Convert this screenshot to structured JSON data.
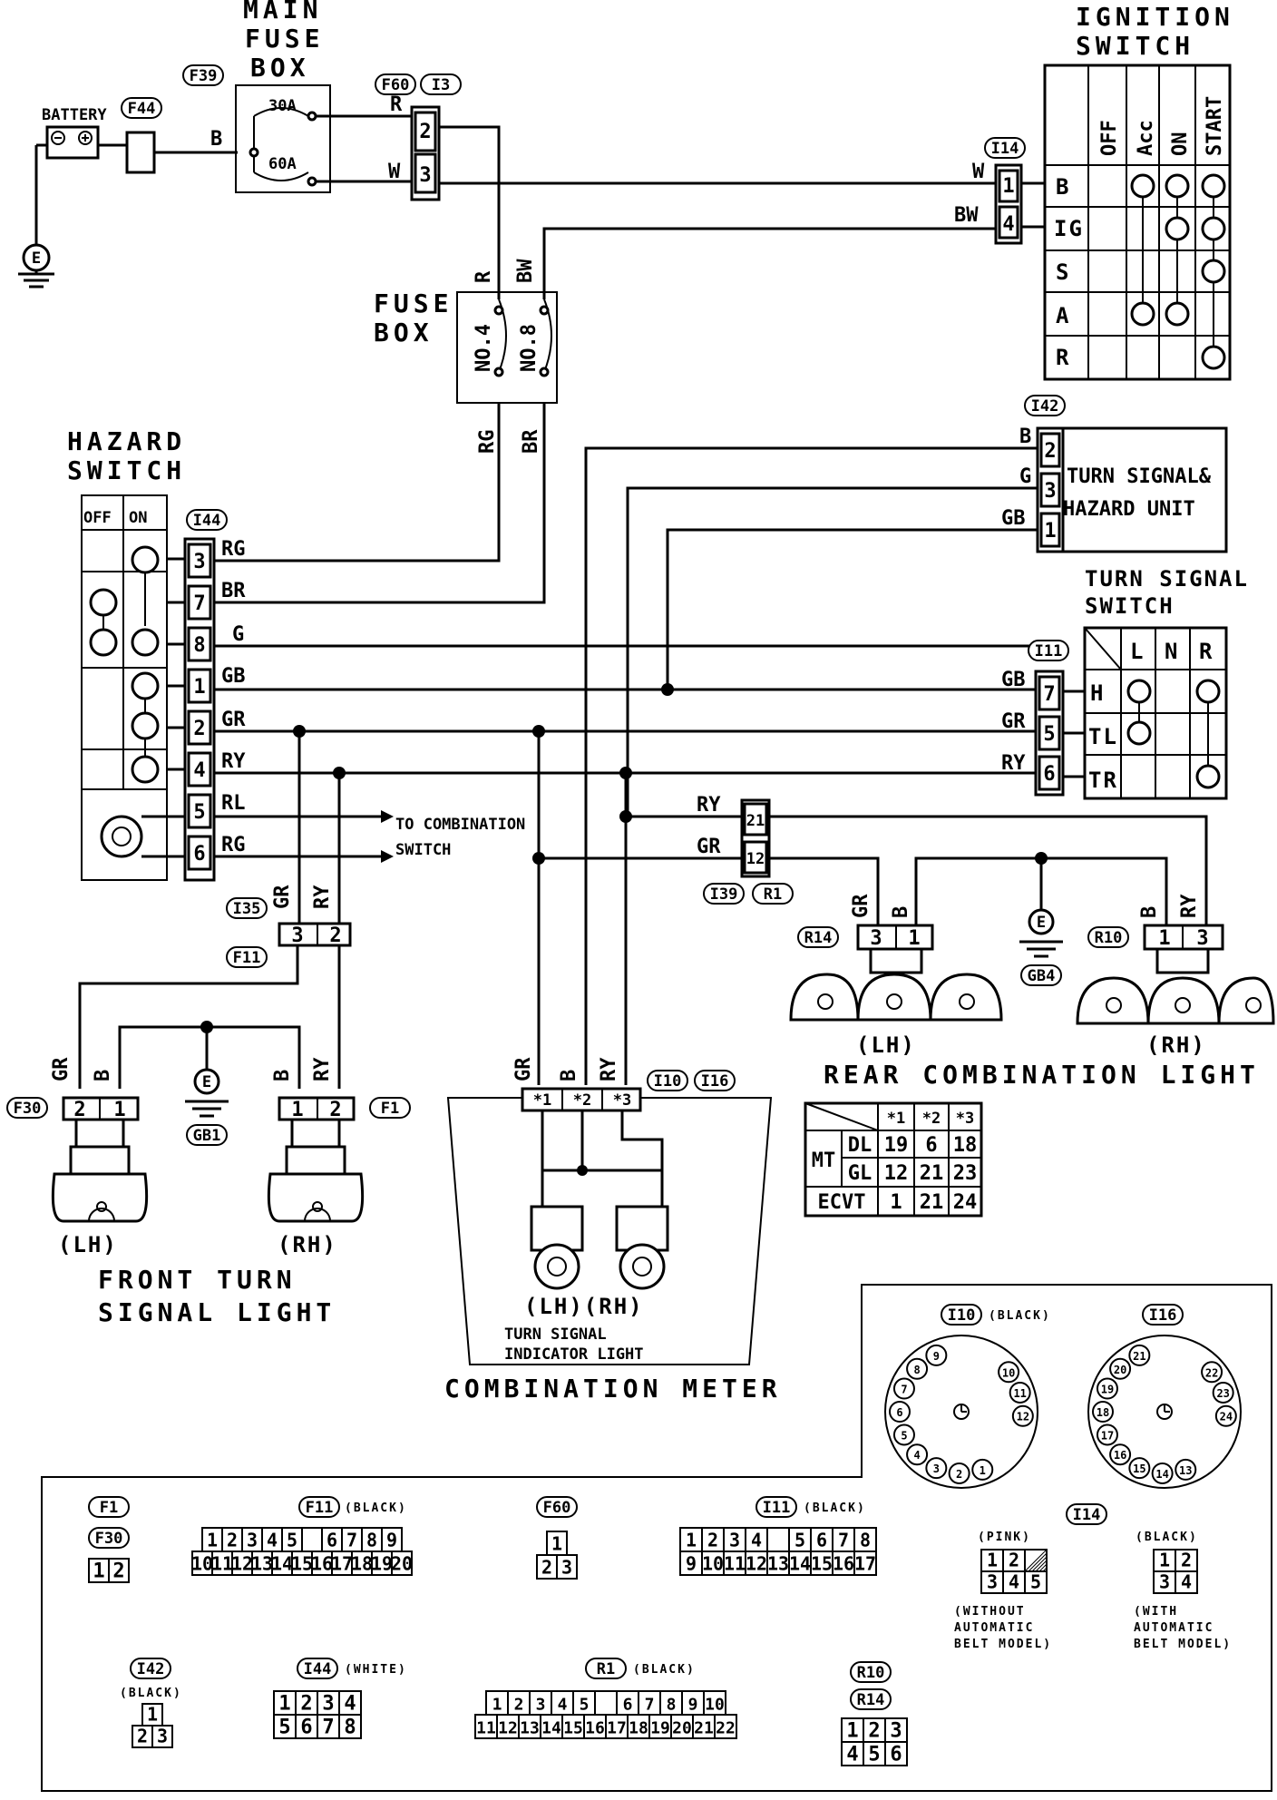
{
  "labels": {
    "main_fuse_box": [
      "MAIN",
      "FUSE",
      "BOX"
    ],
    "fuse_30a": "30A",
    "fuse_60a": "60A",
    "battery": "BATTERY",
    "ignition_switch": [
      "IGNITION",
      "SWITCH"
    ],
    "ignition_columns": [
      "OFF",
      "Acc",
      "ON",
      "START"
    ],
    "ignition_rows": [
      "B",
      "IG",
      "S",
      "A",
      "R"
    ],
    "fuse_box": [
      "FUSE",
      "BOX"
    ],
    "fuse_no4": "NO.4",
    "fuse_no8": "NO.8",
    "hazard_switch": [
      "HAZARD",
      "SWITCH"
    ],
    "hazard_columns": [
      "OFF",
      "ON"
    ],
    "turn_signal_hazard_unit": [
      "TURN SIGNAL&",
      "HAZARD UNIT"
    ],
    "turn_signal_switch": [
      "TURN SIGNAL",
      "SWITCH"
    ],
    "turn_switch_columns": [
      "L",
      "N",
      "R"
    ],
    "turn_switch_rows": [
      "H",
      "TL",
      "TR"
    ],
    "to_combination_switch": [
      "TO COMBINATION",
      "SWITCH"
    ],
    "front_turn_signal_light": [
      "FRONT TURN",
      "SIGNAL LIGHT"
    ],
    "lh": "(LH)",
    "rh": "(RH)",
    "lhrh": "(LH)(RH)",
    "rear_combination_light": "REAR COMBINATION LIGHT",
    "turn_signal_indicator_light": [
      "TURN SIGNAL",
      "INDICATOR LIGHT"
    ],
    "combination_meter": "COMBINATION METER",
    "ground": "E"
  },
  "connector_ids": {
    "F39": "F39",
    "F44": "F44",
    "F60": "F60",
    "I3": "I3",
    "I14": "I14",
    "I42": "I42",
    "I44": "I44",
    "I11": "I11",
    "I35": "I35",
    "F11": "F11",
    "F30": "F30",
    "F1": "F1",
    "I10": "I10",
    "I16": "I16",
    "I39": "I39",
    "R1": "R1",
    "R14": "R14",
    "R10": "R10",
    "GB1": "GB1",
    "GB4": "GB4"
  },
  "wire_colors": {
    "B": "B",
    "R": "R",
    "W": "W",
    "BW": "BW",
    "RG": "RG",
    "BR": "BR",
    "G": "G",
    "GB": "GB",
    "GR": "GR",
    "RY": "RY",
    "RL": "RL"
  },
  "pins": {
    "f60_i3": [
      "2",
      "3"
    ],
    "i14": [
      "1",
      "4"
    ],
    "i42": [
      "2",
      "3",
      "1"
    ],
    "i44": [
      "3",
      "7",
      "8",
      "1",
      "2",
      "4",
      "5",
      "6"
    ],
    "i11": [
      "7",
      "5",
      "6"
    ],
    "i39_r1": [
      "21",
      "12"
    ],
    "i35_f11": [
      "3",
      "2"
    ],
    "f30": [
      "2",
      "1"
    ],
    "f1": [
      "1",
      "2"
    ],
    "r14": [
      "3",
      "1"
    ],
    "r10": [
      "1",
      "3"
    ],
    "meter": [
      "*1",
      "*2",
      "*3"
    ]
  },
  "pin_table": {
    "headers": [
      "*1",
      "*2",
      "*3"
    ],
    "rows": [
      {
        "group": "MT",
        "label": "DL",
        "values": [
          "19",
          "6",
          "18"
        ]
      },
      {
        "group": "MT",
        "label": "GL",
        "values": [
          "12",
          "21",
          "23"
        ]
      },
      {
        "group": "",
        "label": "ECVT",
        "values": [
          "1",
          "21",
          "24"
        ]
      }
    ]
  },
  "connector_views": {
    "i10_black": "(BLACK)",
    "i16": "",
    "i10_pins": [
      "1",
      "2",
      "3",
      "4",
      "5",
      "6",
      "7",
      "8",
      "9",
      "10",
      "11",
      "12"
    ],
    "i16_pins": [
      "13",
      "14",
      "15",
      "16",
      "17",
      "18",
      "19",
      "20",
      "21",
      "22",
      "23",
      "24"
    ],
    "f1_f30": [
      "1",
      "2"
    ],
    "f11_black": "(BLACK)",
    "f11_rows": [
      [
        "1",
        "2",
        "3",
        "4",
        "5",
        "",
        "6",
        "7",
        "8",
        "9"
      ],
      [
        "10",
        "11",
        "12",
        "13",
        "14",
        "15",
        "16",
        "17",
        "18",
        "19",
        "20"
      ]
    ],
    "f60": [
      [
        "1"
      ],
      [
        "2",
        "3"
      ]
    ],
    "i11_black": "(BLACK)",
    "i11_rows": [
      [
        "1",
        "2",
        "3",
        "4",
        "",
        "5",
        "6",
        "7",
        "8"
      ],
      [
        "9",
        "10",
        "11",
        "12",
        "13",
        "14",
        "15",
        "16",
        "17"
      ]
    ],
    "i14_pink": "(PINK)",
    "i14_pink_rows": [
      [
        "1",
        "2",
        ""
      ],
      [
        "3",
        "4",
        "5"
      ]
    ],
    "i14_black": "(BLACK)",
    "i14_black_rows": [
      [
        "1",
        "2"
      ],
      [
        "3",
        "4"
      ]
    ],
    "i14_notes": [
      [
        "(WITHOUT",
        "AUTOMATIC",
        "BELT MODEL)"
      ],
      [
        "(WITH",
        "AUTOMATIC",
        "BELT MODEL)"
      ]
    ],
    "i42_black": "(BLACK)",
    "i42_rows": [
      [
        "1"
      ],
      [
        "2",
        "3"
      ]
    ],
    "i44_white": "(WHITE)",
    "i44_rows": [
      [
        "1",
        "2",
        "3",
        "4"
      ],
      [
        "5",
        "6",
        "7",
        "8"
      ]
    ],
    "r1_black": "(BLACK)",
    "r1_rows": [
      [
        "1",
        "2",
        "3",
        "4",
        "5",
        "",
        "6",
        "7",
        "8",
        "9",
        "10"
      ],
      [
        "11",
        "12",
        "13",
        "14",
        "15",
        "16",
        "17",
        "18",
        "19",
        "20",
        "21",
        "22"
      ]
    ],
    "r10_r14_rows": [
      [
        "1",
        "2",
        "3"
      ],
      [
        "4",
        "5",
        "6"
      ]
    ]
  }
}
